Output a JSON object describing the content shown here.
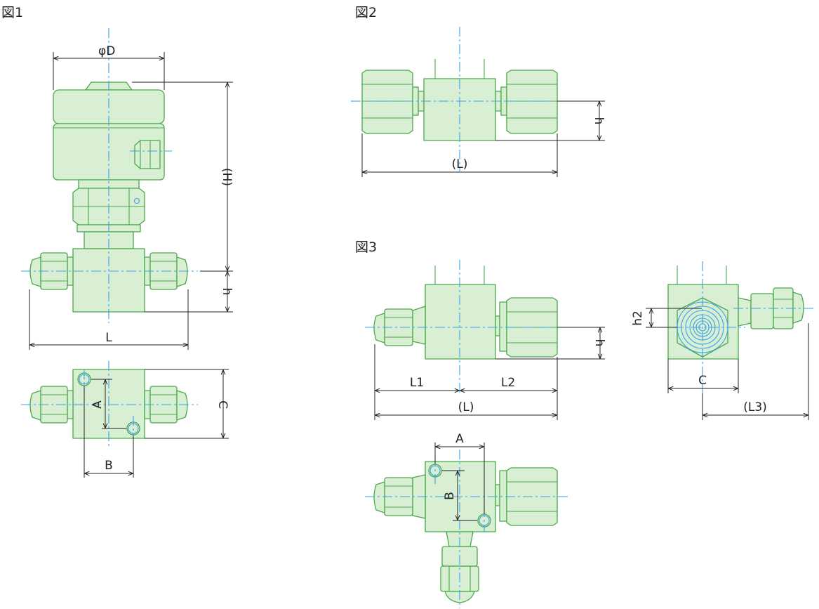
{
  "figures": {
    "fig1": {
      "title": "図1",
      "labels": {
        "phi_d": "φD",
        "h_total": "(H)",
        "h": "h",
        "l": "L",
        "a": "A",
        "b": "B",
        "c": "C"
      }
    },
    "fig2": {
      "title": "図2",
      "labels": {
        "h": "h",
        "l": "(L)"
      }
    },
    "fig3": {
      "title": "図3",
      "labels": {
        "h": "h",
        "h2": "h2",
        "l1": "L1",
        "l2": "L2",
        "l": "(L)",
        "c": "C",
        "l3": "(L3)",
        "a": "A",
        "b": "B"
      }
    }
  },
  "colors": {
    "outline": "#4aa84a",
    "fill": "#d9efd3",
    "centerline": "#3aa0e8",
    "dimension": "#222222"
  }
}
